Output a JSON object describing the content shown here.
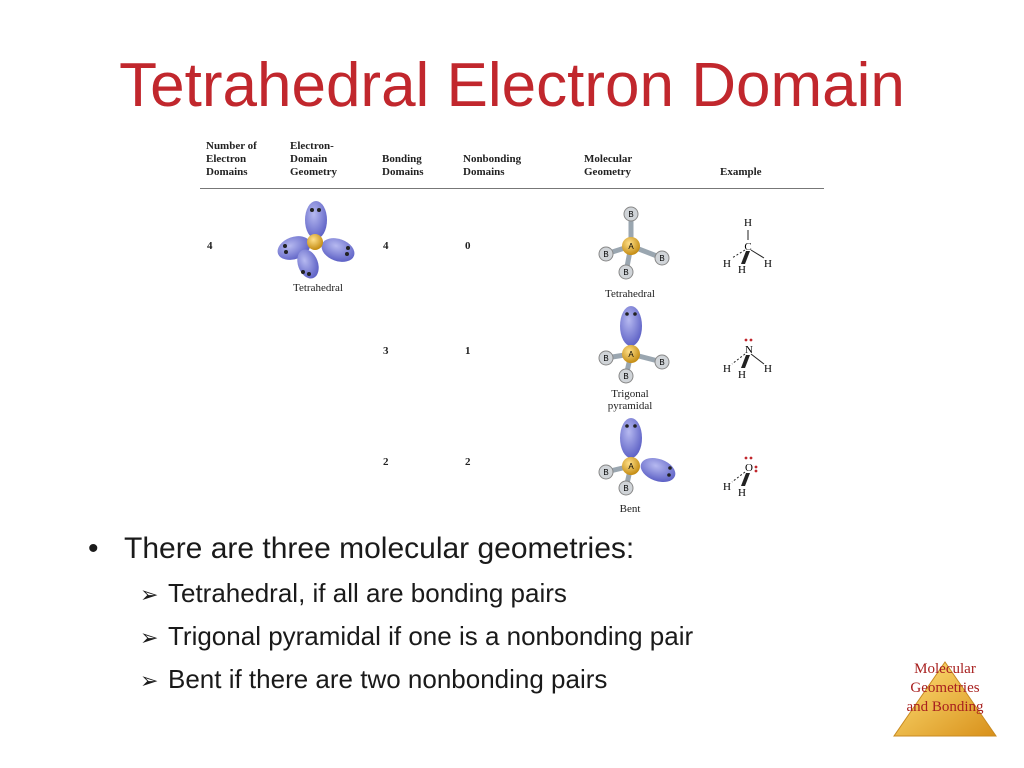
{
  "title": "Tetrahedral Electron Domain",
  "table": {
    "headers": [
      "Number of\nElectron\nDomains",
      "Electron-\nDomain\nGeometry",
      "Bonding\nDomains",
      "Nonbonding\nDomains",
      "Molecular\nGeometry",
      "Example"
    ],
    "electron_domains": "4",
    "electron_geometry_label": "Tetrahedral",
    "rows": [
      {
        "bonding": "4",
        "nonbonding": "0",
        "geometry": "Tetrahedral"
      },
      {
        "bonding": "3",
        "nonbonding": "1",
        "geometry": "Trigonal\npyramidal"
      },
      {
        "bonding": "2",
        "nonbonding": "2",
        "geometry": "Bent"
      }
    ],
    "atom_labels": {
      "central": "A",
      "outer": "B"
    },
    "examples": {
      "ch4": {
        "center": "C",
        "h": "H"
      },
      "nh3": {
        "center": "N",
        "h": "H"
      },
      "h2o": {
        "center": "O",
        "h": "H"
      }
    }
  },
  "bullets": {
    "main": "There are three molecular geometries:",
    "subs": [
      "Tetrahedral, if all are bonding pairs",
      "Trigonal pyramidal if one is a nonbonding pair",
      "Bent if there are two nonbonding pairs"
    ]
  },
  "logo_text": "Molecular\nGeometries\nand Bonding",
  "colors": {
    "title": "#c1272d",
    "lobe": "#7b7fd6",
    "core": "#e0a020",
    "logo": "#f0b030",
    "logo_text": "#a8201f"
  }
}
